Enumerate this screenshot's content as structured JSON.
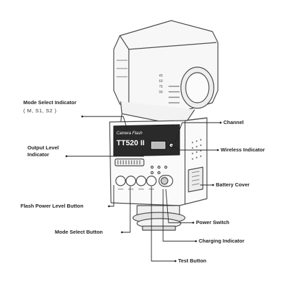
{
  "device": {
    "brand_text": "Camera Flash",
    "model_text": "TT520 II",
    "head_markings": [
      "45",
      "60",
      "75",
      "90"
    ]
  },
  "labels": {
    "mode_select_indicator": "Mode Select Indicator",
    "mode_values": "( M, S1, S2 )",
    "channel": "Channel",
    "output_level_indicator_line1": "Output Level",
    "output_level_indicator_line2": "Indicator",
    "wireless_indicator": "Wireless Indicator",
    "battery_cover": "Battery Cover",
    "flash_power_level_button": "Flash Power Level Button",
    "power_switch": "Power Switch",
    "mode_select_button": "Mode Select Button",
    "charging_indicator": "Charging Indicator",
    "test_button": "Test Button"
  },
  "colors": {
    "line": "#222222",
    "body_stroke": "#555555",
    "screen": "#2a2a2a"
  }
}
